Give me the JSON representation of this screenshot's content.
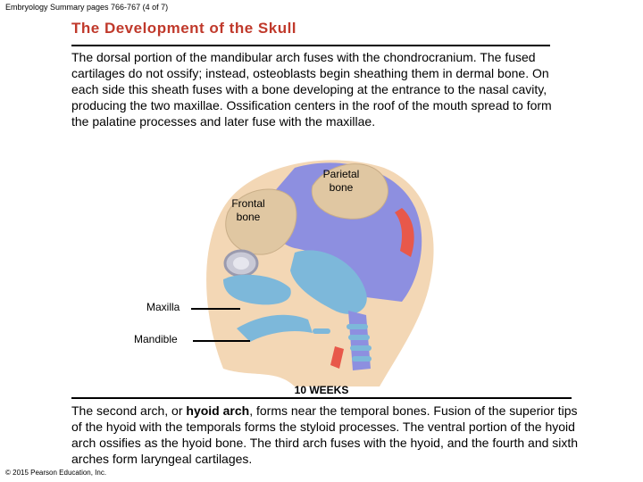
{
  "header": {
    "caption": "Embryology Summary pages 766-767 (4 of 7)",
    "title": "The Development of the Skull"
  },
  "intro_paragraph": "The dorsal portion of the mandibular arch fuses with the chondrocranium. The fused cartilages do not ossify; instead, osteoblasts begin sheathing them in dermal bone. On each side this sheath fuses with a bone developing at the entrance to the nasal cavity, producing the two maxillae. Ossification centers in the roof of the mouth spread to form the palatine processes and later fuse with the maxillae.",
  "figure": {
    "labels": {
      "parietal_line1": "Parietal",
      "parietal_line2": "bone",
      "frontal_line1": "Frontal",
      "frontal_line2": "bone",
      "maxilla": "Maxilla",
      "mandible": "Mandible"
    },
    "caption": "10 WEEKS",
    "colors": {
      "skin": "#f3d7b5",
      "cartilage": "#8d8fe0",
      "bone": "#7db8da",
      "accent": "#e8584a"
    }
  },
  "second_paragraph": {
    "before": "The second arch, or ",
    "term": "hyoid arch",
    "after": ", forms near the temporal bones. Fusion of the superior tips of the hyoid with the temporals forms the styloid processes. The ventral portion of the hyoid arch ossifies as the hyoid bone. The third arch fuses with the hyoid, and the fourth and sixth arches form laryngeal cartilages."
  },
  "footer": {
    "copyright": "© 2015 Pearson Education, Inc."
  }
}
